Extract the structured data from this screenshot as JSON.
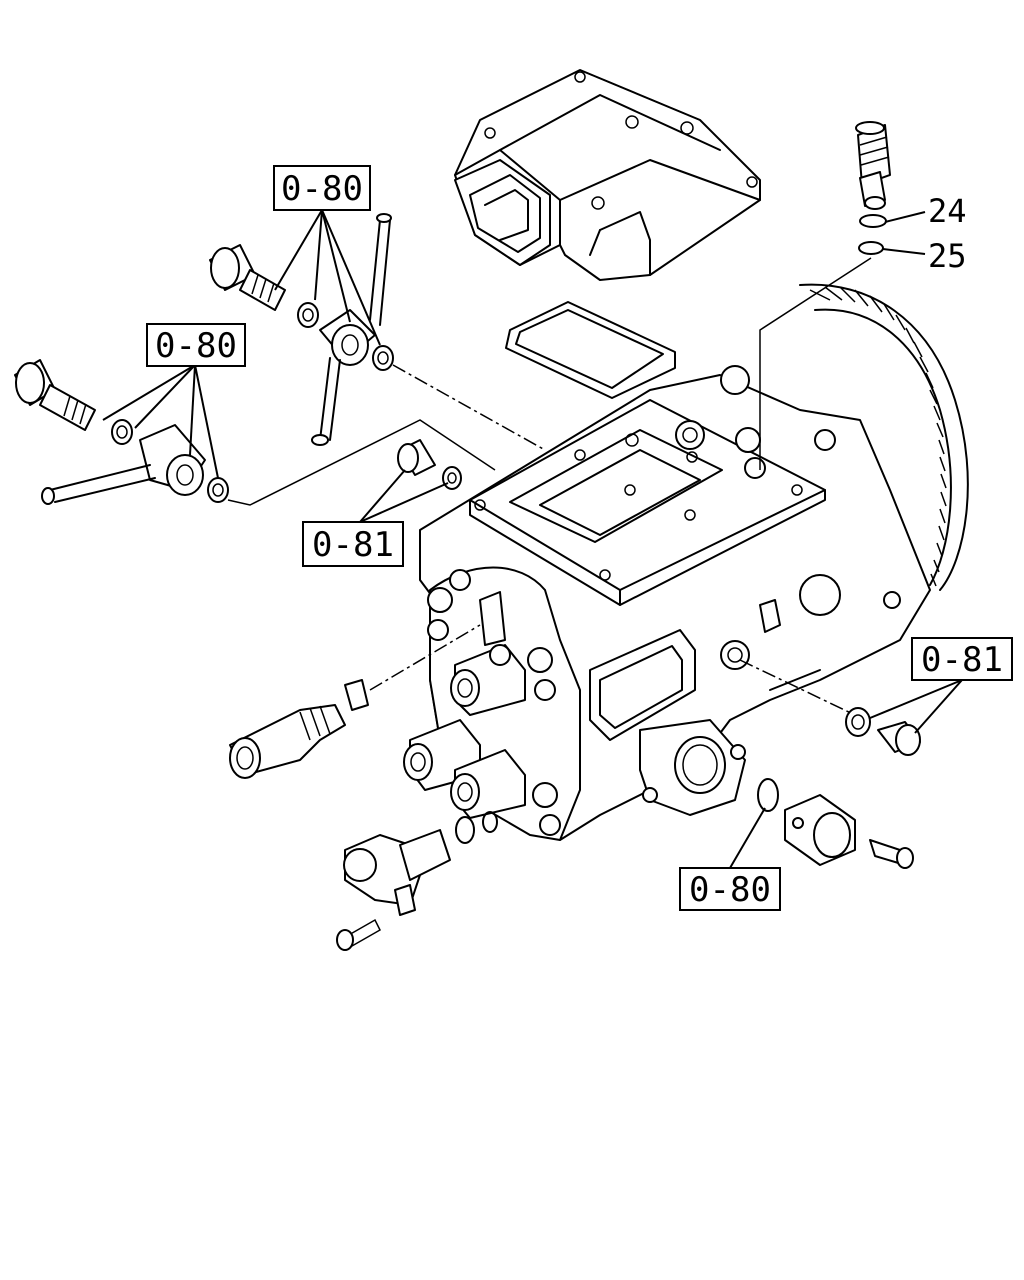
{
  "callouts": {
    "ref_top": "0-80",
    "ref_left": "0-80",
    "ref_mid": "0-81",
    "ref_right": "0-81",
    "ref_bottom": "0-80"
  },
  "item_numbers": {
    "item_a": "24",
    "item_b": "25"
  }
}
